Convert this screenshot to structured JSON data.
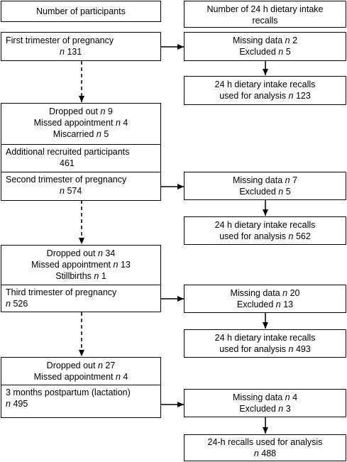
{
  "headers": {
    "participants": "Number of participants",
    "recalls_line1": "Number of 24 h dietary intake",
    "recalls_line2": "recalls"
  },
  "first_trimester": {
    "label": "First trimester of pregnancy",
    "n": "131",
    "missing": "2",
    "excluded": "5",
    "used": "123"
  },
  "between_1_2": {
    "dropped_out": "9",
    "missed_appointment": "4",
    "miscarried": "5",
    "additional_recruited_label": "Additional recruited participants",
    "additional_recruited_n": "461"
  },
  "second_trimester": {
    "label": "Second trimester of pregnancy",
    "n": "574",
    "missing": "7",
    "excluded": "5",
    "used": "562"
  },
  "between_2_3": {
    "dropped_out": "34",
    "missed_appointment": "13",
    "stillbirths": "1"
  },
  "third_trimester": {
    "label": "Third trimester of pregnancy",
    "n": "526",
    "missing": "20",
    "excluded": "13",
    "used": "493"
  },
  "between_3_pp": {
    "dropped_out": "27",
    "missed_appointment": "4"
  },
  "postpartum": {
    "label": "3 months postpartum (lactation)",
    "n": "495",
    "missing": "4",
    "excluded": "3",
    "used": "488"
  },
  "labels": {
    "n": "n",
    "missing_data": "Missing data",
    "excluded": "Excluded",
    "dropped_out": "Dropped out",
    "missed_appointment": "Missed appointment",
    "miscarried": "Miscarried",
    "stillbirths": "Stillbirths",
    "recalls_used_line1": "24 h dietary intake recalls",
    "recalls_used_line2": "used for analysis",
    "postpartum_used_line1": "24-h recalls used for analysis"
  }
}
